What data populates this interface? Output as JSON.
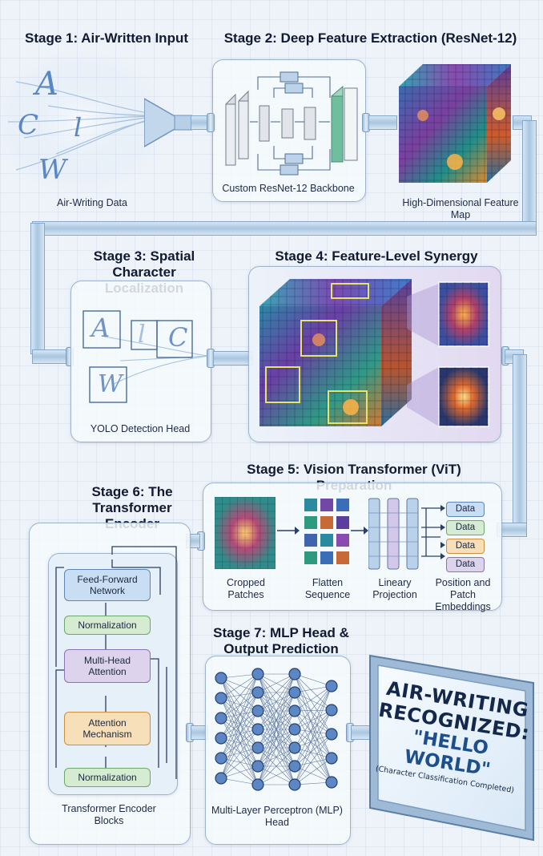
{
  "stage1": {
    "title": "Stage 1: Air-Written Input",
    "caption": "Air-Writing Data",
    "letters": [
      "A",
      "C",
      "l",
      "W"
    ]
  },
  "stage2": {
    "title": "Stage 2: Deep Feature Extraction (ResNet-12)",
    "backbone_caption": "Custom ResNet-12 Backbone",
    "featuremap_caption": "High-Dimensional Feature Map"
  },
  "stage3": {
    "title": "Stage 3: Spatial Character Localization",
    "caption": "YOLO Detection Head",
    "letters": [
      "A",
      "l",
      "C",
      "W"
    ]
  },
  "stage4": {
    "title": "Stage 4: Feature-Level Synergy"
  },
  "stage5": {
    "title": "Stage 5: Vision Transformer (ViT) Preparation",
    "steps": [
      "Cropped Patches",
      "Flatten Sequence",
      "Lineary Projection",
      "Position and Patch Embeddings"
    ],
    "data_tags": [
      "Data",
      "Data",
      "Data",
      "Data"
    ]
  },
  "stage6": {
    "title": "Stage 6: The Transformer Encoder",
    "blocks": [
      "Feed-Forward Network",
      "Normalization",
      "Multi-Head Attention",
      "Attention Mechanism",
      "Normalization"
    ],
    "caption": "Transformer Encoder Blocks"
  },
  "stage7": {
    "title": "Stage 7: MLP Head & Output Prediction",
    "caption": "Multi-Layer Perceptron (MLP) Head"
  },
  "output": {
    "line1": "AIR-WRITING",
    "line2": "RECOGNIZED:",
    "line3": "\"HELLO WORLD\"",
    "line4": "(Character Classification Completed)"
  },
  "colors": {
    "accent": "#5d86b4",
    "pipe": "#a9c6e0",
    "green": "#6da86a",
    "purple": "#8b73b4",
    "orange": "#cc8f3f"
  }
}
